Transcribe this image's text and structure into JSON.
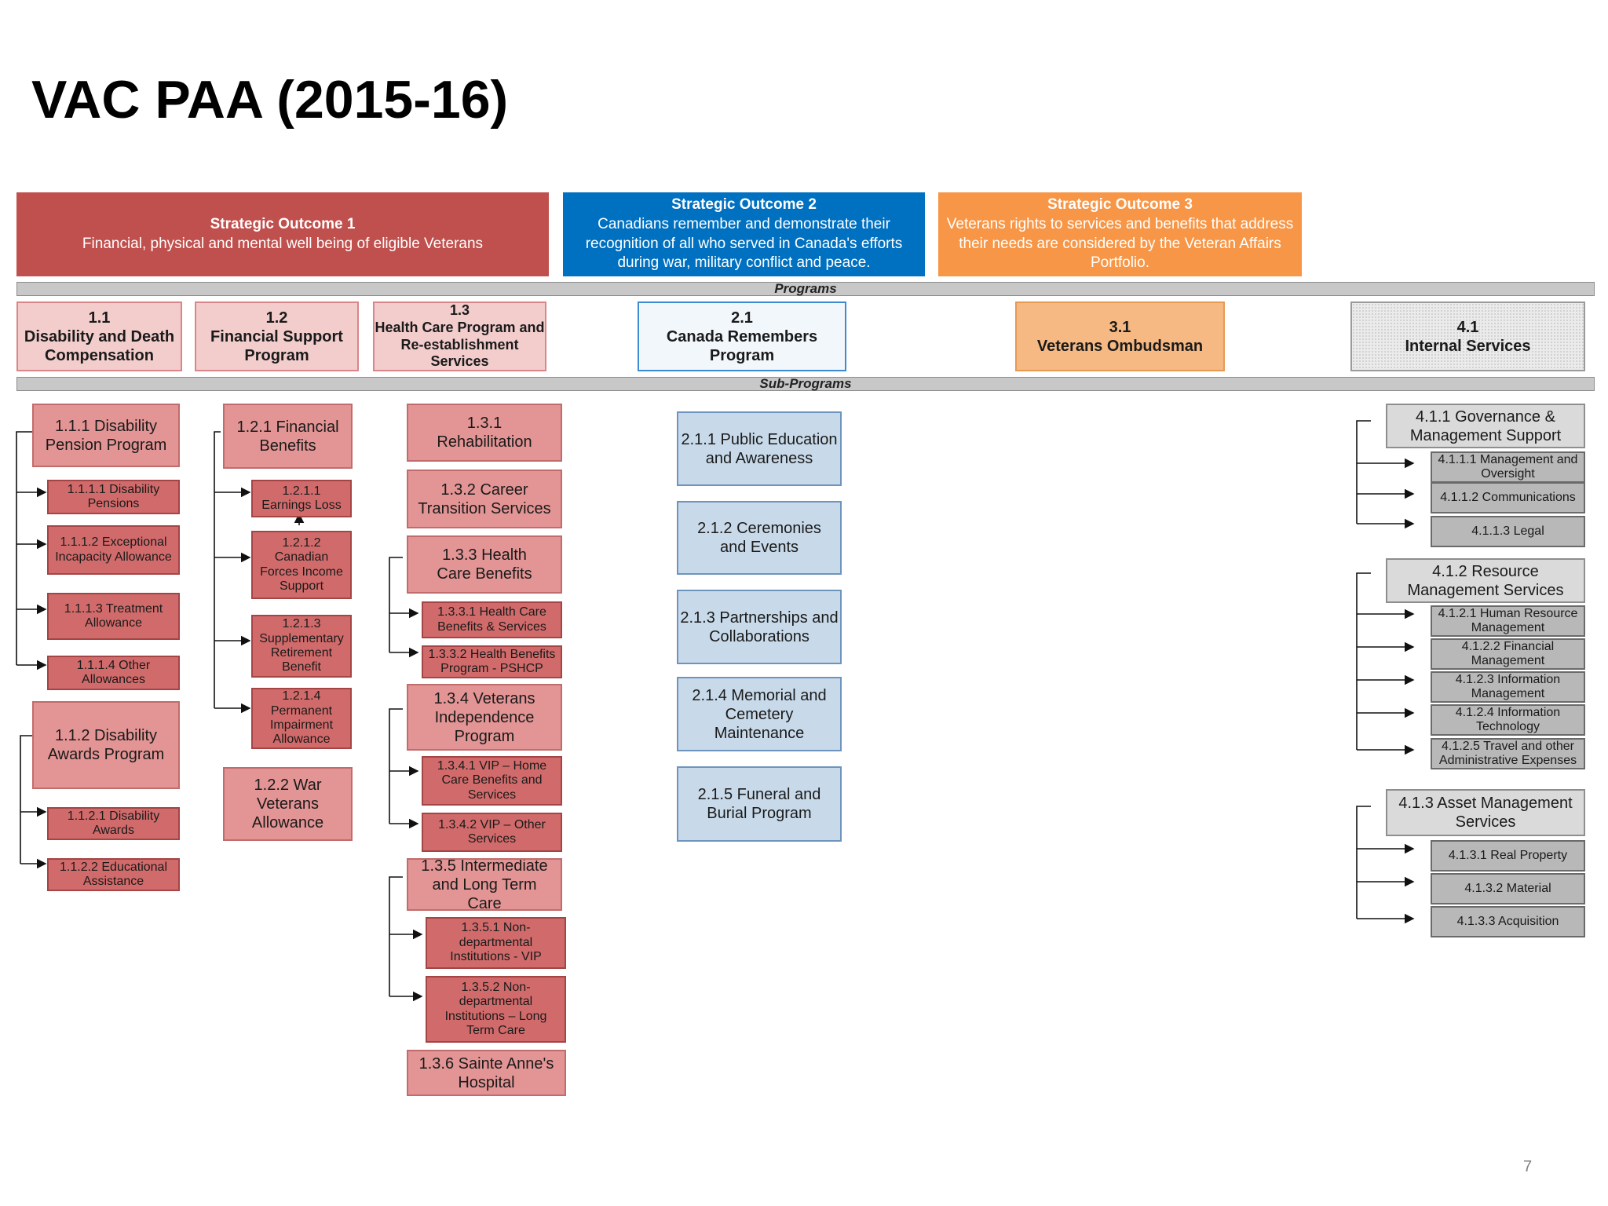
{
  "title": "VAC PAA (2015-16)",
  "page_number": "7",
  "bars": {
    "programs": "Programs",
    "sub_programs": "Sub-Programs"
  },
  "strategic_outcomes": [
    {
      "heading": "Strategic Outcome 1",
      "text": "Financial, physical and mental well being of eligible Veterans"
    },
    {
      "heading": "Strategic Outcome 2",
      "text": "Canadians remember and demonstrate their recognition of all who served in Canada's efforts during war, military conflict and peace."
    },
    {
      "heading": "Strategic Outcome 3",
      "text": "Veterans rights to services and benefits that address their needs are considered by the Veteran Affairs Portfolio."
    }
  ],
  "programs": [
    {
      "number": "1.1",
      "name": "Disability and Death Compensation"
    },
    {
      "number": "1.2",
      "name": "Financial Support Program"
    },
    {
      "number": "1.3",
      "name": "Health Care Program and Re-establishment Services"
    },
    {
      "number": "2.1",
      "name": "Canada Remembers Program"
    },
    {
      "number": "3.1",
      "name": "Veterans Ombudsman"
    },
    {
      "number": "4.1",
      "name": "Internal Services"
    }
  ],
  "sub_programs": {
    "col_1_1": [
      "1.1.1 Disability Pension Program",
      "1.1.1.1 Disability Pensions",
      "1.1.1.2 Exceptional Incapacity Allowance",
      "1.1.1.3 Treatment Allowance",
      "1.1.1.4 Other Allowances",
      "1.1.2 Disability Awards Program",
      "1.1.2.1 Disability Awards",
      "1.1.2.2 Educational Assistance"
    ],
    "col_1_2": [
      "1.2.1 Financial Benefits",
      "1.2.1.1 Earnings Loss",
      "1.2.1.2 Canadian Forces Income Support",
      "1.2.1.3 Supplementary Retirement Benefit",
      "1.2.1.4 Permanent Impairment Allowance",
      "1.2.2 War Veterans Allowance"
    ],
    "col_1_3": [
      "1.3.1 Rehabilitation",
      "1.3.2 Career Transition Services",
      "1.3.3 Health Care Benefits",
      "1.3.3.1 Health Care Benefits & Services",
      "1.3.3.2 Health Benefits Program - PSHCP",
      "1.3.4 Veterans Independence Program",
      "1.3.4.1 VIP – Home Care Benefits and Services",
      "1.3.4.2 VIP – Other Services",
      "1.3.5 Intermediate and Long Term Care",
      "1.3.5.1 Non-departmental Institutions - VIP",
      "1.3.5.2 Non-departmental Institutions – Long Term Care",
      "1.3.6 Sainte Anne's Hospital"
    ],
    "col_2_1": [
      "2.1.1 Public Education and Awareness",
      "2.1.2 Ceremonies and Events",
      "2.1.3 Partnerships and Collaborations",
      "2.1.4 Memorial and Cemetery Maintenance",
      "2.1.5 Funeral and Burial Program"
    ],
    "col_4_1": [
      "4.1.1 Governance & Management Support",
      "4.1.1.1 Management and Oversight",
      "4.1.1.2 Communications",
      "4.1.1.3 Legal",
      "4.1.2 Resource Management Services",
      "4.1.2.1 Human Resource Management",
      "4.1.2.2 Financial Management",
      "4.1.2.3 Information Management",
      "4.1.2.4 Information Technology",
      "4.1.2.5 Travel and other Administrative Expenses",
      "4.1.3 Asset Management Services",
      "4.1.3.1 Real Property",
      "4.1.3.2 Material",
      "4.1.3.3 Acquisition"
    ]
  },
  "colors": {
    "so1": "#c0504d",
    "so2": "#0070c0",
    "so3": "#f79646"
  }
}
